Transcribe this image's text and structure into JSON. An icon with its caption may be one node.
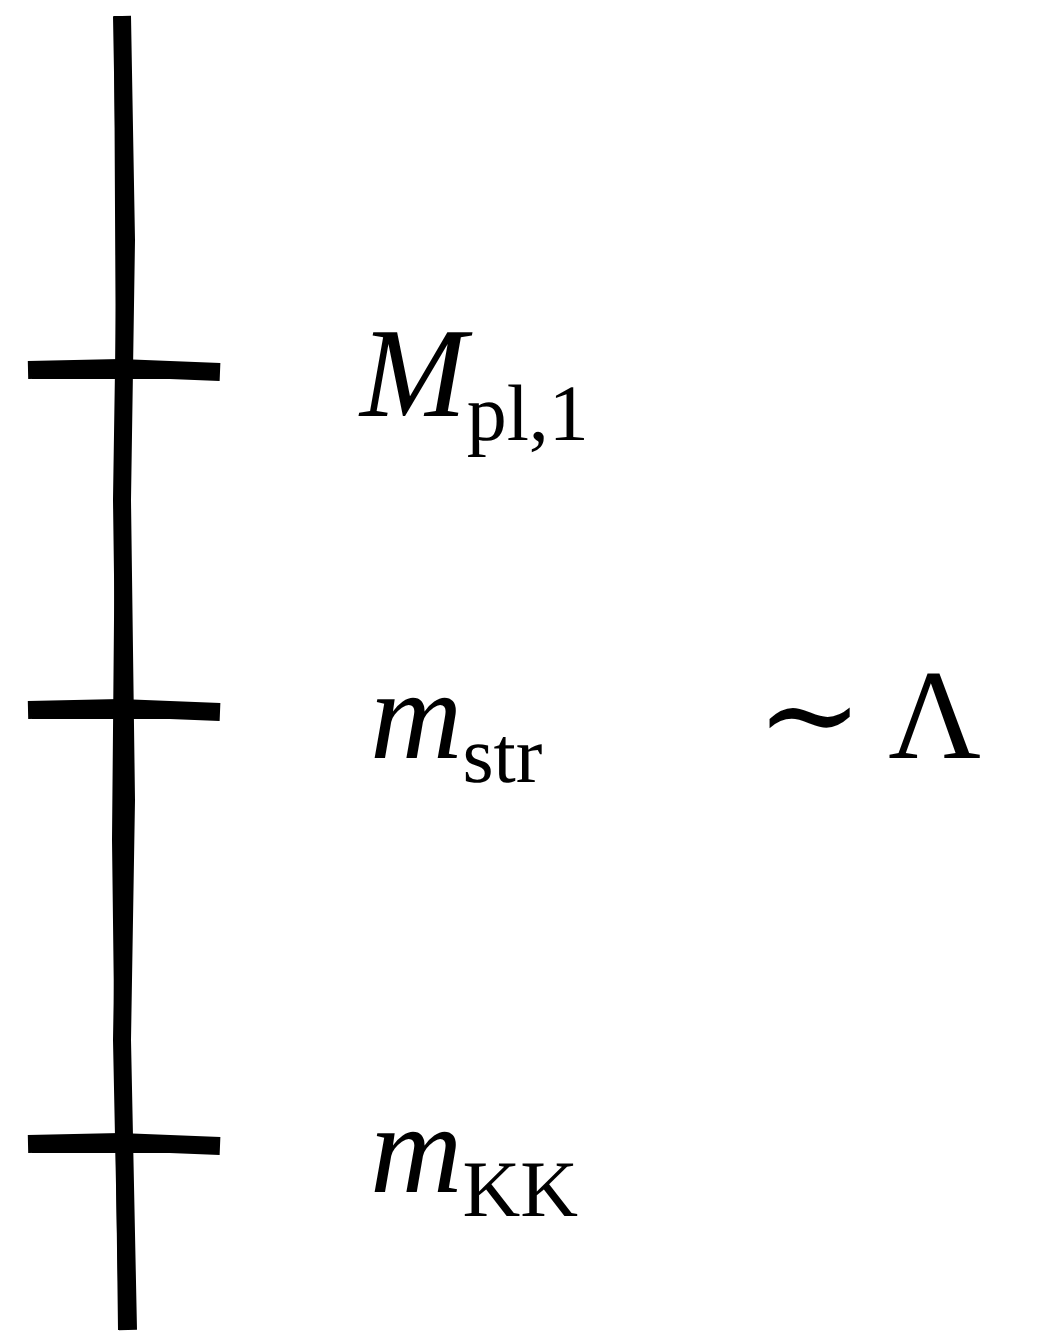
{
  "diagram": {
    "labels": [
      "*M*$_{pl,1}$",
      "*m*$_{str}$",
      "∼ Λ",
      "*m*$_{KK}$"
    ]
  }
}
